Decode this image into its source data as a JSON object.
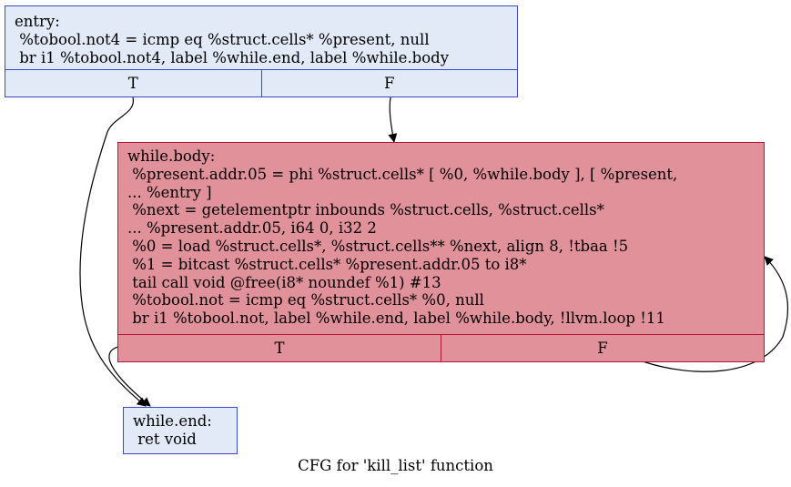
{
  "caption": "CFG for 'kill_list' function",
  "nodes": {
    "entry": {
      "lines": [
        "entry:",
        " %tobool.not4 = icmp eq %struct.cells* %present, null",
        " br i1 %tobool.not4, label %while.end, label %while.body"
      ],
      "ports": [
        "T",
        "F"
      ],
      "fill": "#e2eaf7",
      "border": "#3a4cc0"
    },
    "while_body": {
      "lines": [
        "while.body:",
        " %present.addr.05 = phi %struct.cells* [ %0, %while.body ], [ %present,",
        "... %entry ]",
        " %next = getelementptr inbounds %struct.cells, %struct.cells*",
        "... %present.addr.05, i64 0, i32 2",
        " %0 = load %struct.cells*, %struct.cells** %next, align 8, !tbaa !5",
        " %1 = bitcast %struct.cells* %present.addr.05 to i8*",
        " tail call void @free(i8* noundef %1) #13",
        " %tobool.not = icmp eq %struct.cells* %0, null",
        " br i1 %tobool.not, label %while.end, label %while.body, !llvm.loop !11"
      ],
      "ports": [
        "T",
        "F"
      ],
      "fill": "#e0919a",
      "border": "#b8123c"
    },
    "while_end": {
      "lines": [
        "while.end:",
        " ret void"
      ],
      "fill": "#e2eaf7",
      "border": "#3a4cc0"
    }
  }
}
